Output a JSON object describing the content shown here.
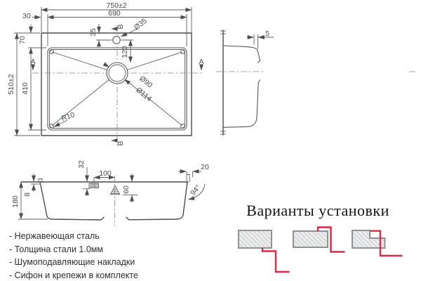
{
  "colors": {
    "line": "#4a4b4e",
    "dimension_text": "#4c4d50",
    "accent_red": "#d92b45",
    "hatch_fill": "#ececec",
    "hatch_border": "#8e9196"
  },
  "top_view": {
    "dim_overall_width": "750±2",
    "dim_bowl_width": "690",
    "dim_edge_left": "30",
    "dim_overall_depth": "510±2",
    "dim_bowl_depth": "410",
    "dim_edge_top": "70",
    "dim_faucet_offset": "35",
    "dim_faucet_hole": "Ø35",
    "dim_drain_offset": "120",
    "dim_drain_inner": "Ø90",
    "dim_drain_outer": "Ø114",
    "dim_corner_radius": "R10",
    "section_a": "A",
    "section_b": "B"
  },
  "side_view": {
    "dim_rim": "5"
  },
  "front_view": {
    "dim_clip_drop": "32",
    "dim_clip_to_center": "100",
    "dim_rim_overhang": "20",
    "dim_depth": "180",
    "dim_rim_height": "8",
    "dim_level": "60",
    "dim_wall_angle": "94°"
  },
  "installation": {
    "title": "Варианты установки"
  },
  "features": {
    "items": [
      "- Нержавеющая сталь",
      "- Толщина стали 1.0мм",
      "- Шумоподавляющие накладки",
      "- Сифон и крепежи в комплекте"
    ]
  }
}
